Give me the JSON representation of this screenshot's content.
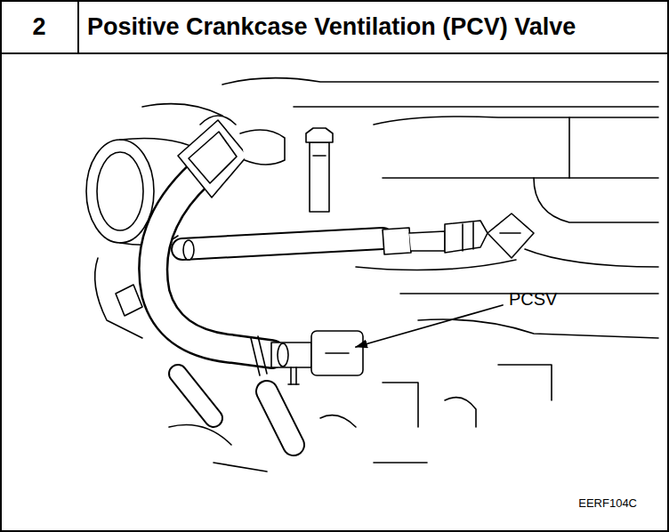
{
  "diagram": {
    "title": "Positive Crankcase Ventilation (PCV) Valve",
    "labels": [
      "2",
      "PCSV",
      "EERF104C"
    ]
  }
}
